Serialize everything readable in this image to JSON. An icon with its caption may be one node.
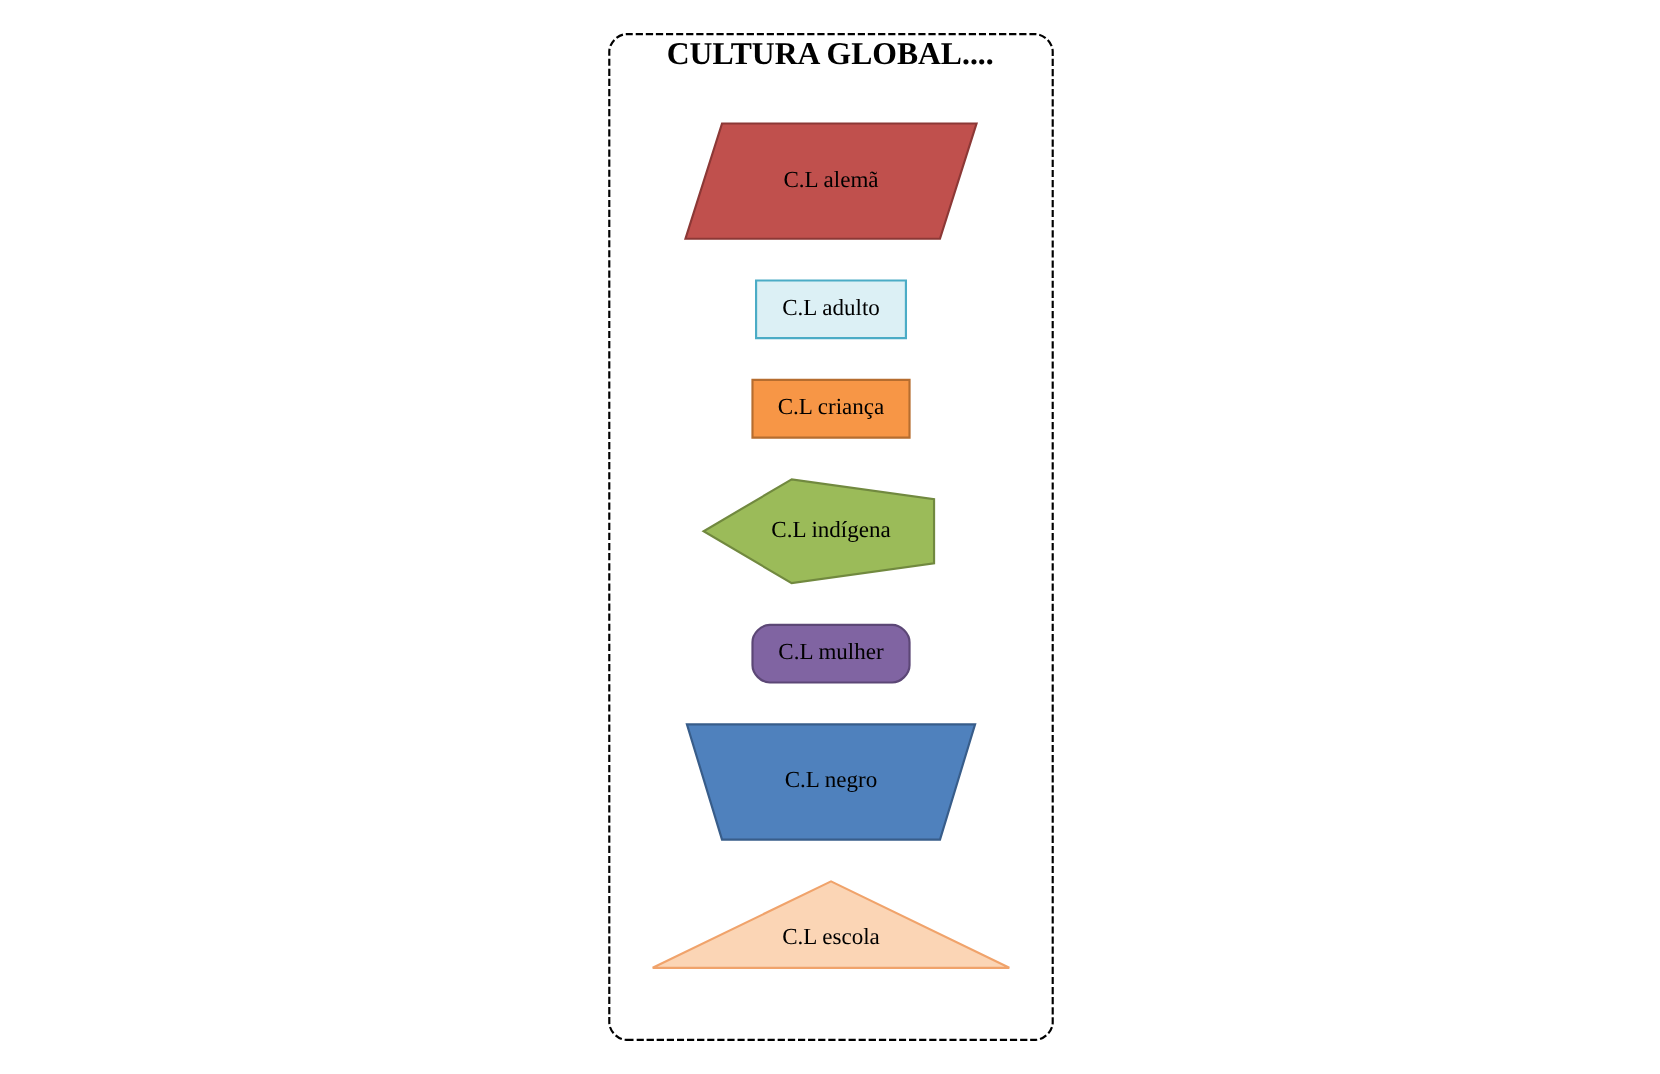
{
  "diagram": {
    "nodes": [
      {
        "text": [
          "CULTURA GLOBAL...."
        ]
      },
      {
        "text": [
          "C.L alemã"
        ],
        "in": 0
      },
      {
        "text": [
          "C.L adulto"
        ],
        "in": 0
      },
      {
        "text": [
          "C.L criança"
        ],
        "in": 0
      },
      {
        "text": [
          "C.L indígena"
        ],
        "in": 0
      },
      {
        "text": [
          "C.L mulher"
        ],
        "in": 0
      },
      {
        "text": [
          "C.L negro"
        ],
        "in": 0
      },
      {
        "text": [
          "C.L escola"
        ],
        "in": 0
      }
    ]
  }
}
